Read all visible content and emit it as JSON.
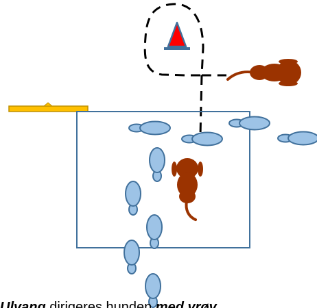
{
  "caption": {
    "part1": "Ulvang",
    "part2": " dirigeres hunden ",
    "part3": "med vrøv"
  },
  "colors": {
    "dog": "#9B3300",
    "footprint_fill": "#9DC3E6",
    "footprint_stroke": "#41719C",
    "box_stroke": "#41719C",
    "bar_fill": "#FFC000",
    "bar_stroke": "#BF9000",
    "marker_fill": "#FF0000",
    "marker_stroke": "#41719C",
    "path_stroke": "#000000"
  },
  "icons": [
    "dog-icon",
    "footprint-icon",
    "triangle-marker-icon"
  ]
}
